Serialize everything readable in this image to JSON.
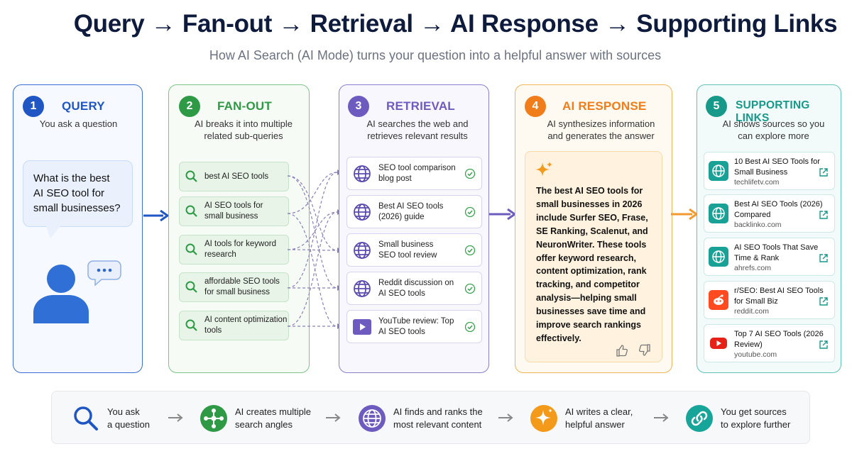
{
  "header": {
    "title": "Query → Fan-out → Retrieval → AI Response → Supporting Links",
    "subtitle": "How AI Search (AI Mode) turns your question into a helpful answer with sources"
  },
  "colors": {
    "query": "#1f56c4",
    "fanout": "#2e9a46",
    "retrieval": "#6e5bbf",
    "response": "#f07d1a",
    "links": "#17998a"
  },
  "query": {
    "number": "1",
    "title": "QUERY",
    "description": "You ask a question",
    "question": "What is the best AI SEO tool for small businesses?",
    "icons": [
      "person-icon",
      "chat-dots-icon"
    ]
  },
  "fanout": {
    "number": "2",
    "title": "FAN-OUT",
    "description": "AI breaks it into multiple related sub-queries",
    "items": [
      {
        "text": "best AI SEO tools"
      },
      {
        "text": "AI SEO tools for small business"
      },
      {
        "text": "AI tools for keyword research"
      },
      {
        "text": "affordable SEO tools for small business"
      },
      {
        "text": "AI content optimization tools"
      }
    ]
  },
  "retrieval": {
    "number": "3",
    "title": "RETRIEVAL",
    "description": "AI searches the web and retrieves relevant results",
    "items": [
      {
        "text": "SEO tool comparison blog post",
        "icon": "globe-icon"
      },
      {
        "text": "Best AI SEO tools (2026) guide",
        "icon": "globe-icon"
      },
      {
        "text": "Small business SEO tool review",
        "icon": "globe-icon"
      },
      {
        "text": "Reddit discussion on AI SEO tools",
        "icon": "globe-icon"
      },
      {
        "text": "YouTube review: Top AI SEO tools",
        "icon": "play-icon"
      }
    ]
  },
  "response": {
    "number": "4",
    "title": "AI RESPONSE",
    "description": "AI synthesizes information and generates the answer",
    "answer": "The best AI SEO tools for small businesses in 2026 include Surfer SEO, Frase, SE Ranking, Scalenut, and NeuronWriter. These tools offer keyword research, content optimization, rank tracking, and competitor analysis—helping small businesses save time and improve search rankings effectively."
  },
  "links": {
    "number": "5",
    "title": "SUPPORTING LINKS",
    "description": "AI shows sources so you can explore more",
    "items": [
      {
        "title": "10 Best AI SEO Tools for Small Business",
        "domain": "techlifetv.com",
        "icon": "globe-icon"
      },
      {
        "title": "Best AI SEO Tools (2026) Compared",
        "domain": "backlinko.com",
        "icon": "globe-icon"
      },
      {
        "title": "AI SEO Tools That Save Time & Rank",
        "domain": "ahrefs.com",
        "icon": "globe-icon"
      },
      {
        "title": "r/SEO: Best AI SEO Tools for Small Biz",
        "domain": "reddit.com",
        "icon": "reddit-icon"
      },
      {
        "title": "Top 7 AI SEO Tools (2026 Review)",
        "domain": "youtube.com",
        "icon": "youtube-icon"
      }
    ]
  },
  "summary": {
    "steps": [
      {
        "line1": "You ask",
        "line2": "a question",
        "icon": "search-icon"
      },
      {
        "line1": "AI creates multiple",
        "line2": "search angles",
        "icon": "fanout-icon"
      },
      {
        "line1": "AI finds and ranks the",
        "line2": "most relevant content",
        "icon": "globe-icon"
      },
      {
        "line1": "AI writes a clear,",
        "line2": "helpful answer",
        "icon": "sparkle-icon"
      },
      {
        "line1": "You get sources",
        "line2": "to explore further",
        "icon": "link-icon"
      }
    ]
  }
}
